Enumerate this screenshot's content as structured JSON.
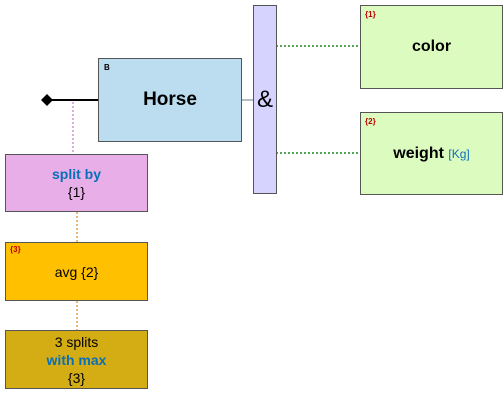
{
  "colors": {
    "horse_fill": "#bcdcf0",
    "amp_fill": "#d6d3ff",
    "attr_fill": "#dcfbbf",
    "split_fill": "#e8aee8",
    "avg_fill": "#ffc000",
    "max_fill": "#d4ac14",
    "keyword_blue": "#0b6fb8",
    "tag_red": "#c00000"
  },
  "horse": {
    "tag": "B",
    "label": "Horse"
  },
  "and_node": {
    "symbol": "&"
  },
  "color_attr": {
    "tag": "{1}",
    "label": "color"
  },
  "weight_attr": {
    "tag": "{2}",
    "label": "weight",
    "unit": "[Kg]"
  },
  "split_node": {
    "keyword": "split by",
    "ref": "{1}"
  },
  "avg_node": {
    "tag": "{3}",
    "label": "avg {2}"
  },
  "max_node": {
    "line1": "3 splits",
    "keyword": "with max",
    "ref": "{3}"
  }
}
